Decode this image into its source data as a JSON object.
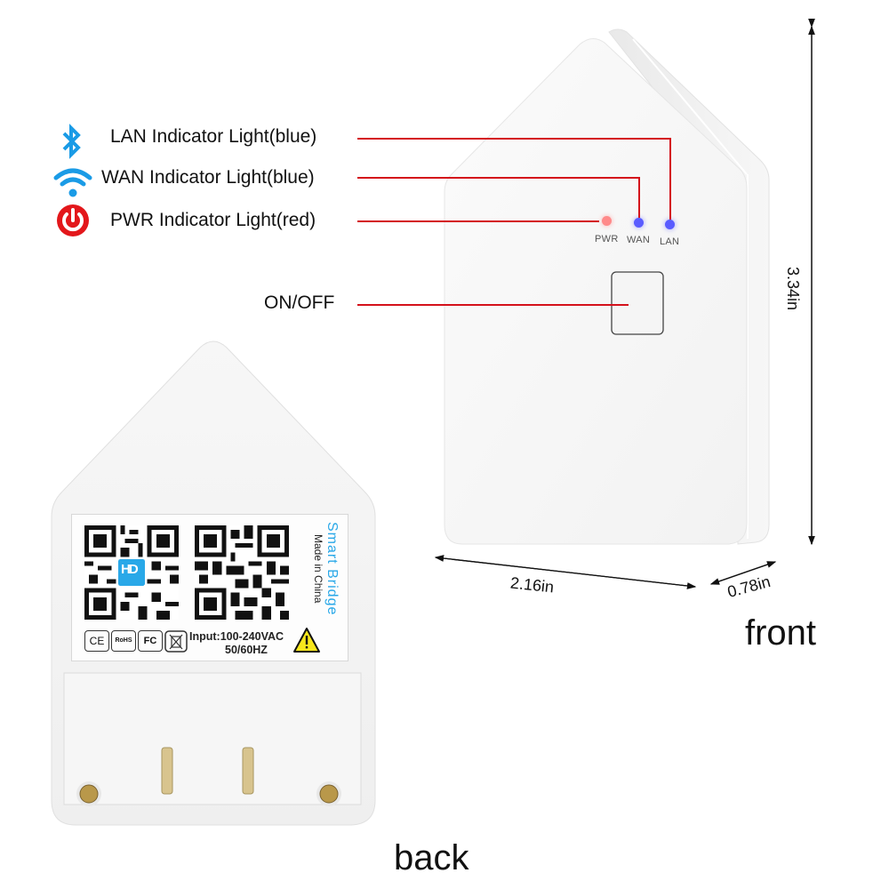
{
  "legend": {
    "items": [
      {
        "icon": "bluetooth-icon",
        "label": "LAN Indicator Light(blue)",
        "icon_color": "#1a9be6"
      },
      {
        "icon": "wifi-icon",
        "label": "WAN Indicator Light(blue)",
        "icon_color": "#1a9be6"
      },
      {
        "icon": "power-icon",
        "label": "PWR Indicator Light(red)",
        "icon_color": "#e3171b"
      }
    ],
    "onoff_label": "ON/OFF",
    "leader_color": "#d4111b"
  },
  "front_device": {
    "leds": [
      {
        "label": "PWR",
        "color": "#ff8a8a"
      },
      {
        "label": "WAN",
        "color": "#5a5cff"
      },
      {
        "label": "LAN",
        "color": "#5a5cff"
      }
    ],
    "view_label": "front"
  },
  "back_device": {
    "sticker": {
      "brand_vertical": "Smart Bridge",
      "made_in": "Made in China",
      "logo_text": "HD",
      "logo_color": "#29a8e8",
      "certifications": [
        "CE",
        "RoHS",
        "FC",
        "WEEE"
      ],
      "input_line1": "Input:100-240VAC",
      "input_line2": "50/60HZ",
      "warning_icon": "warning-triangle-icon"
    },
    "view_label": "back"
  },
  "dimensions": {
    "height": "3.34in",
    "width": "2.16in",
    "depth": "0.78in"
  }
}
